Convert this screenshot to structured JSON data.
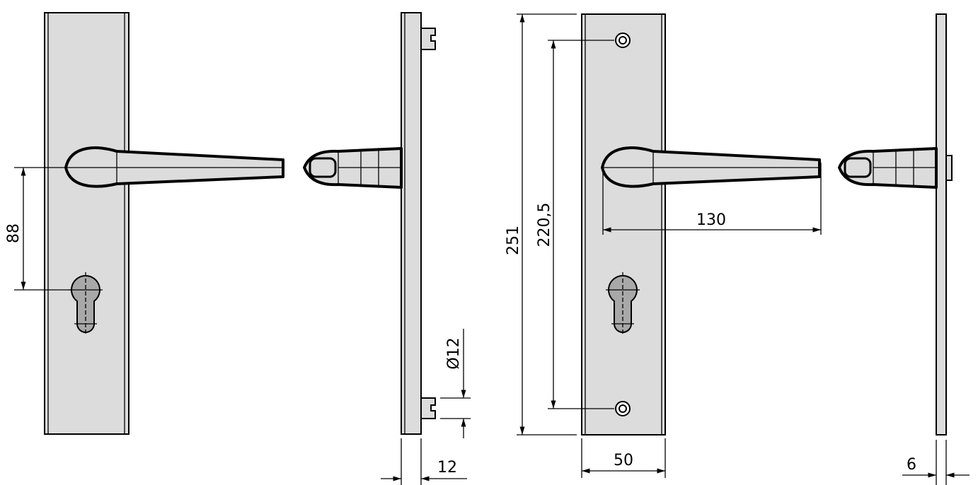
{
  "dimensions": {
    "lever_to_cylinder": "88",
    "side_thickness": "12",
    "pin_diameter": "Ø12",
    "total_height": "251",
    "screw_spacing": "220,5",
    "lever_length": "130",
    "plate_width": "50",
    "plate_thickness": "6"
  },
  "colors": {
    "plate_fill": "#dcdcdc",
    "line": "#000000",
    "keyhole_fill": "#a8a8a8"
  }
}
